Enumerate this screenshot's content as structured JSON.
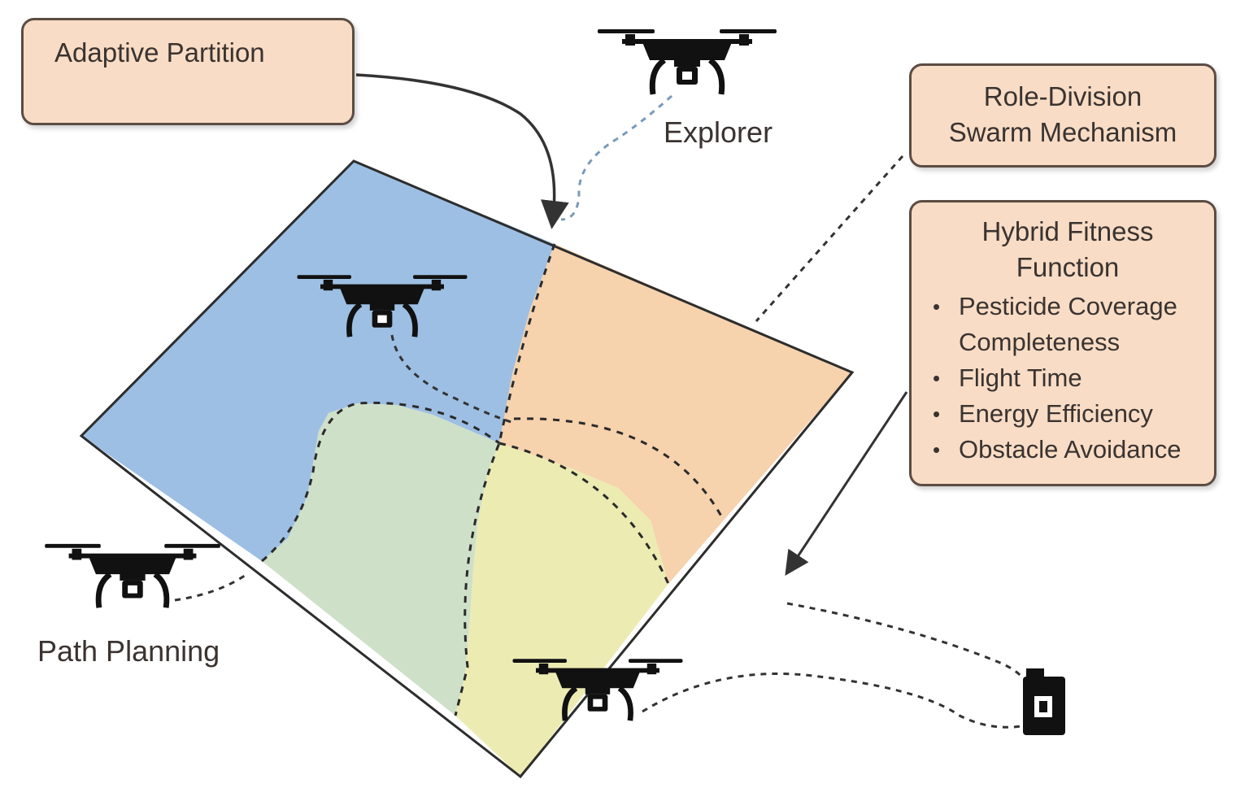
{
  "boxes": {
    "adaptive_partition": "Adaptive Partition",
    "role_division": {
      "line1": "Role-Division",
      "line2": "Swarm Mechanism"
    },
    "hybrid_fitness": {
      "line1": "Hybrid Fitness",
      "line2": "Function",
      "metrics": [
        {
          "line1": "Pesticide Coverage",
          "line2": "Completeness"
        },
        {
          "line1": "Flight Time"
        },
        {
          "line1": "Energy Efficiency"
        },
        {
          "line1": "Obstacle Avoidance"
        }
      ]
    }
  },
  "labels": {
    "explorer": "Explorer",
    "path_planning": "Path Planning"
  },
  "icons": [
    "drone-icon",
    "battery-icon",
    "arrow-icon"
  ],
  "colors": {
    "box_fill": "#f8dcc5",
    "zone_blue": "#9dbfe4",
    "zone_orange": "#f6d2ad",
    "zone_green": "#cfe0c8",
    "zone_yellow": "#ecebb2",
    "outline": "#2d2d2d"
  }
}
